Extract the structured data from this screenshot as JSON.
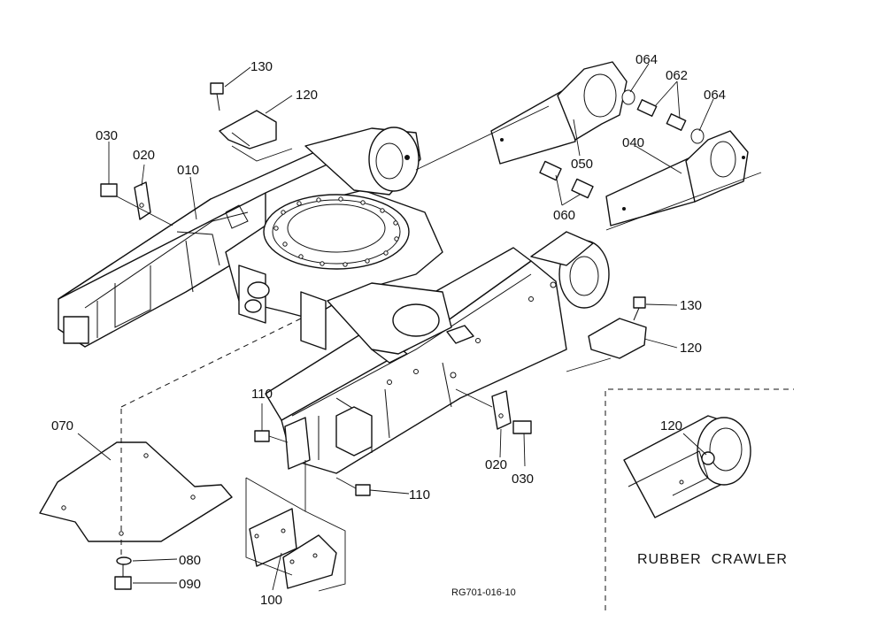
{
  "diagram": {
    "callouts": [
      "130",
      "120",
      "030",
      "020",
      "010",
      "064",
      "062",
      "064",
      "050",
      "040",
      "060",
      "130",
      "120",
      "110",
      "070",
      "020",
      "030",
      "110",
      "080",
      "090",
      "100",
      "120"
    ],
    "inset_caption": "RUBBER  CRAWLER",
    "drawing_code": "RG701-016-10"
  }
}
